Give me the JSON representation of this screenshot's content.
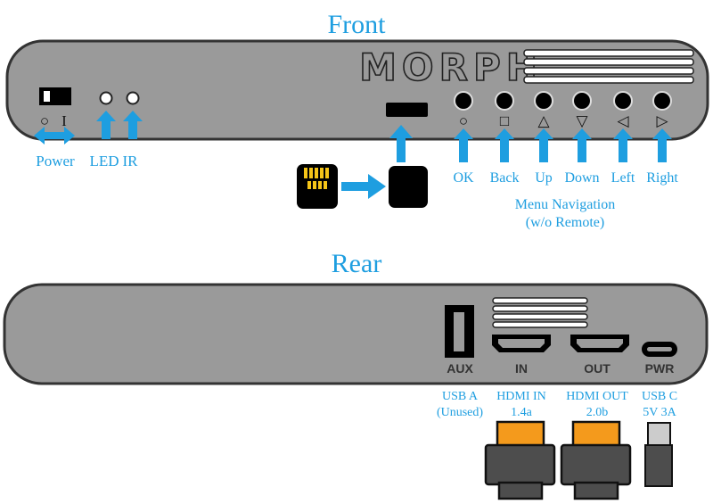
{
  "colors": {
    "accent": "#1e9ee0",
    "chassis": "#9a9a9a",
    "port_label": "#333333",
    "connector_orange": "#f49a1c",
    "connector_grey": "#4d4d4d"
  },
  "front": {
    "heading": "Front",
    "logo": "MORPH",
    "power_off_symbol": "○",
    "power_on_symbol": "I",
    "labels": {
      "power": "Power",
      "led": "LED",
      "ir": "IR"
    },
    "nav_buttons": [
      {
        "symbol": "○",
        "label": "OK"
      },
      {
        "symbol": "□",
        "label": "Back"
      },
      {
        "symbol": "△",
        "label": "Up"
      },
      {
        "symbol": "▽",
        "label": "Down"
      },
      {
        "symbol": "◁",
        "label": "Left"
      },
      {
        "symbol": "▷",
        "label": "Right"
      }
    ],
    "menu_caption_line1": "Menu Navigation",
    "menu_caption_line2": "(w/o Remote)"
  },
  "rear": {
    "heading": "Rear",
    "ports": [
      {
        "port_label": "AUX",
        "caption_line1": "USB A",
        "caption_line2": "(Unused)"
      },
      {
        "port_label": "IN",
        "caption_line1": "HDMI IN",
        "caption_line2": "1.4a"
      },
      {
        "port_label": "OUT",
        "caption_line1": "HDMI OUT",
        "caption_line2": "2.0b"
      },
      {
        "port_label": "PWR",
        "caption_line1": "USB C",
        "caption_line2": "5V 3A"
      }
    ]
  }
}
